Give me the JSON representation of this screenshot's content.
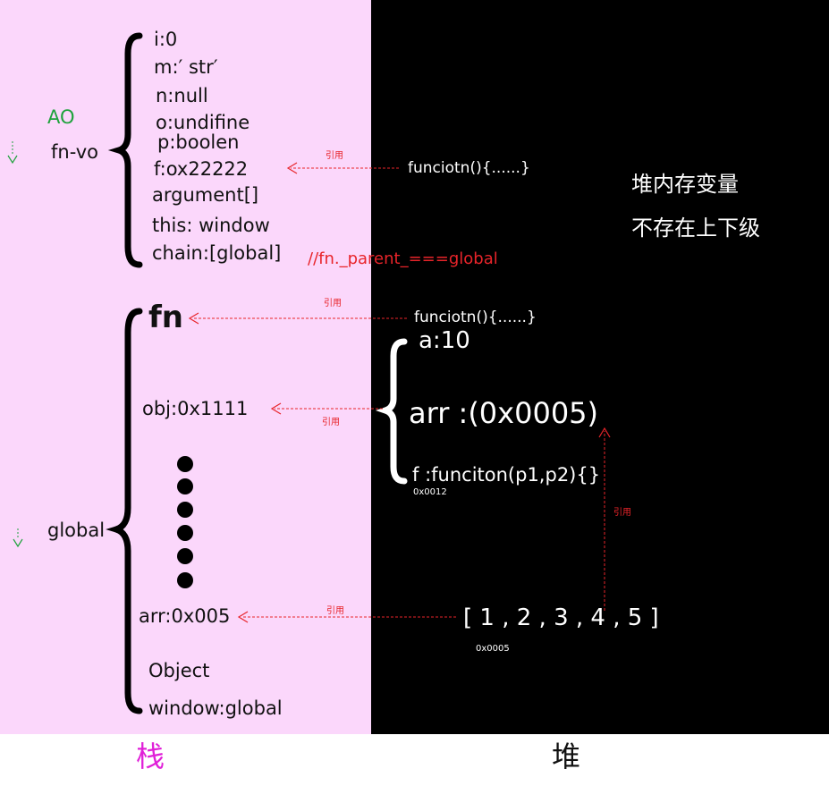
{
  "stack": {
    "title": "栈",
    "ao_label": "AO",
    "fnvo_label": "fn-vo",
    "global_label": "global",
    "fnvo_items": [
      "i:0",
      "m:′  str′",
      "n:null",
      "o:undifine",
      "p:boolen",
      "f:ox22222",
      "argument[]",
      "this: window",
      "chain:[global]"
    ],
    "parent_note": "//fn._parent_===global",
    "global_items": {
      "fn": "fn",
      "obj": "obj:0x1111",
      "arr": "arr:0x005",
      "object": "Object",
      "window": "window:global"
    }
  },
  "heap": {
    "title": "堆",
    "note_line1": "堆内存变量",
    "note_line2": "不存在上下级",
    "func1": "funciotn(){......}",
    "func2": "funciotn(){......}",
    "obj_a": "a:10",
    "obj_arr": "arr :(0x0005)",
    "obj_f": "f :funciton(p1,p2){}",
    "obj_addr": "0x0012",
    "array": "[ 1 , 2 , 3 , 4 , 5 ]",
    "array_addr": "0x0005"
  },
  "arrows": {
    "ref_label": "引用",
    "down_glyph": "↓"
  },
  "colors": {
    "stack_bg": "#fbd7fb",
    "heap_bg": "#000000",
    "ref_red": "#e8242a",
    "ao_green": "#1ea23c",
    "stack_title": "#e020d8"
  }
}
